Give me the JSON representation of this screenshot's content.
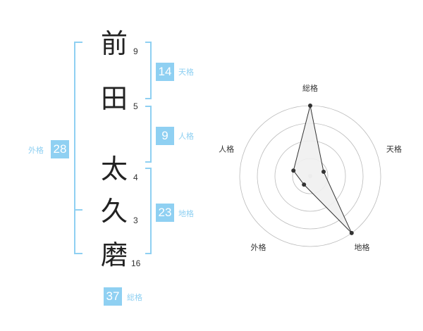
{
  "name": {
    "chars": [
      {
        "char": "前",
        "strokes": "9"
      },
      {
        "char": "田",
        "strokes": "5"
      },
      {
        "char": "太",
        "strokes": "4"
      },
      {
        "char": "久",
        "strokes": "3"
      },
      {
        "char": "磨",
        "strokes": "16"
      }
    ]
  },
  "kaku": {
    "tenkaku": {
      "value": "14",
      "label": "天格"
    },
    "jinkaku": {
      "value": "9",
      "label": "人格"
    },
    "chikaku": {
      "value": "23",
      "label": "地格"
    },
    "gaikaku": {
      "value": "28",
      "label": "外格"
    },
    "soukaku": {
      "value": "37",
      "label": "総格"
    }
  },
  "colors": {
    "accent": "#8fd0f2",
    "text": "#222222",
    "radar_fill": "#f0f0f0",
    "radar_line": "#333333",
    "grid": "#bbbbbb"
  },
  "chart_data": {
    "type": "radar",
    "axes": [
      "総格",
      "天格",
      "地格",
      "外格",
      "人格"
    ],
    "values": [
      1.0,
      0.2,
      1.0,
      0.15,
      0.25
    ],
    "rings": 4,
    "range": [
      0,
      1
    ]
  }
}
